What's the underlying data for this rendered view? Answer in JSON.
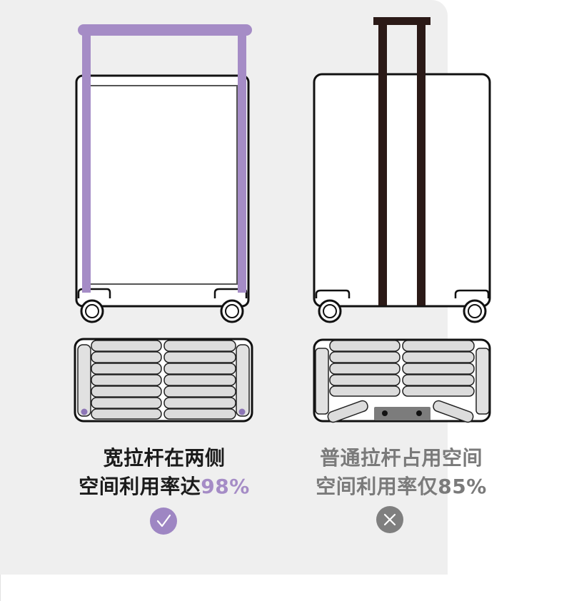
{
  "colors": {
    "accent_purple": "#a58cc6",
    "handle_dark": "#2b1a17",
    "panel_bg": "#efefef",
    "text_dark": "#1b1b1b",
    "text_gray": "#7a7a7a"
  },
  "left_option": {
    "line1": "宽拉杆在两侧",
    "line2_prefix": "空间利用率达",
    "line2_value": "98%",
    "icon": "check-circle-icon"
  },
  "right_option": {
    "line1": "普通拉杆占用空间",
    "line2_prefix": "空间利用率仅",
    "line2_value": "85%",
    "icon": "cross-circle-icon"
  }
}
